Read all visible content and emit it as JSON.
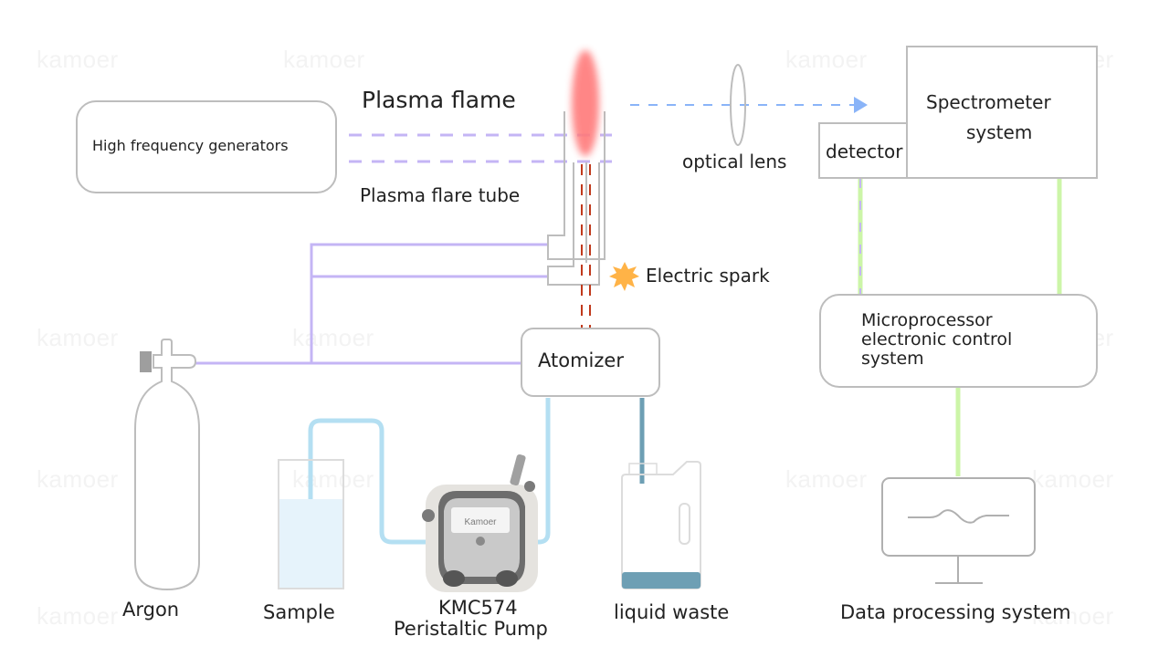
{
  "watermark": {
    "text": "kamoer"
  },
  "labels": {
    "hf_generators": "High frequency generators",
    "plasma_flame": "Plasma flame",
    "plasma_flare_tube": "Plasma flare tube",
    "optical_lens": "optical lens",
    "detector": "detector",
    "spectrometer": [
      "Spectrometer",
      "system"
    ],
    "electric_spark": "Electric spark",
    "atomizer": "Atomizer",
    "microprocessor": [
      "Microprocessor",
      "electronic control",
      "system"
    ],
    "argon": "Argon",
    "sample": "Sample",
    "pump": [
      "KMC574",
      "Peristaltic Pump"
    ],
    "pump_brand": "Kamoer",
    "liquid_waste": "liquid waste",
    "data_processing": "Data processing system"
  },
  "colors": {
    "gas_line": "#c4b5f5",
    "light_path": "#8ab4f8",
    "signal_line": "#ccf5a8",
    "sample_tube": "#b4dff2",
    "waste_tube": "#6e9fb4",
    "flame": "#ff7a7a",
    "spark": "#ffb347",
    "aerosol": "#c0391b",
    "outline": "#bdbdbd"
  }
}
